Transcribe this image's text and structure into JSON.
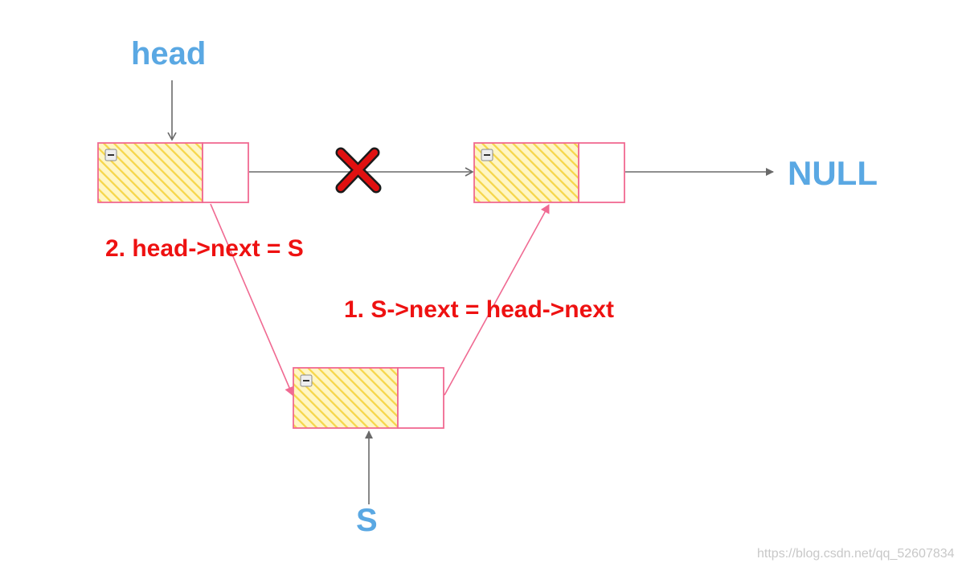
{
  "labels": {
    "head": "head",
    "null": "NULL",
    "s": "S",
    "step2": "2. head->next = S",
    "step1": "1. S->next = head->next"
  },
  "watermark": "https://blog.csdn.net/qq_52607834",
  "colors": {
    "pointer_label": "#5aa8e3",
    "step_text": "#ee1111",
    "node_border": "#f06a92",
    "data_fill": "#fbe26a",
    "link_arrow": "#707070",
    "new_link_arrow": "#f06a92",
    "cross_mark": "#e01010"
  },
  "icons": [
    "minus-box-icon",
    "cross-mark-icon"
  ]
}
